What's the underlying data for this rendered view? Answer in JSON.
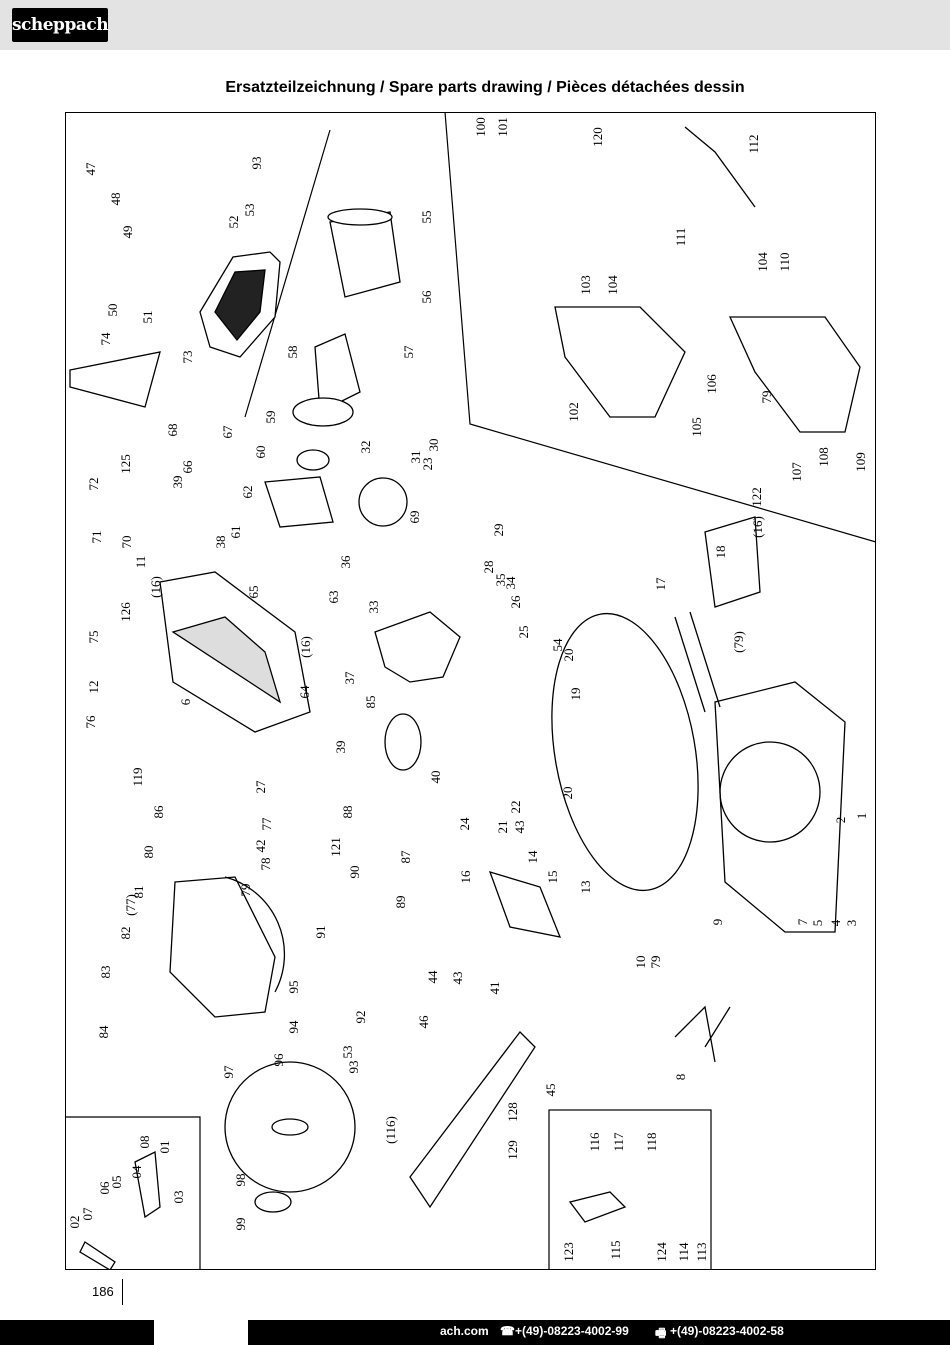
{
  "header": {
    "brand": "scheppach"
  },
  "page": {
    "title": "Ersatzteilzeichnung / Spare parts drawing / Pièces détachées dessin",
    "page_number": "186"
  },
  "footer": {
    "website": "ach.com",
    "phone_icon": "phone-icon",
    "phone": "+(49)-08223-4002-99",
    "fax_icon": "fax-icon",
    "fax": "+(49)-08223-4002-58"
  },
  "callouts": [
    {
      "t": "47"
    },
    {
      "t": "48"
    },
    {
      "t": "49"
    },
    {
      "t": "50"
    },
    {
      "t": "51"
    },
    {
      "t": "52"
    },
    {
      "t": "53"
    },
    {
      "t": "93"
    },
    {
      "t": "55"
    },
    {
      "t": "56"
    },
    {
      "t": "57"
    },
    {
      "t": "58"
    },
    {
      "t": "74"
    },
    {
      "t": "73"
    },
    {
      "t": "59"
    },
    {
      "t": "60"
    },
    {
      "t": "62"
    },
    {
      "t": "61"
    },
    {
      "t": "67"
    },
    {
      "t": "68"
    },
    {
      "t": "125"
    },
    {
      "t": "72"
    },
    {
      "t": "66"
    },
    {
      "t": "39"
    },
    {
      "t": "71"
    },
    {
      "t": "70"
    },
    {
      "t": "11"
    },
    {
      "t": "(16)"
    },
    {
      "t": "38"
    },
    {
      "t": "65"
    },
    {
      "t": "126"
    },
    {
      "t": "75"
    },
    {
      "t": "12"
    },
    {
      "t": "6"
    },
    {
      "t": "76"
    },
    {
      "t": "119"
    },
    {
      "t": "64"
    },
    {
      "t": "(16)"
    },
    {
      "t": "63"
    },
    {
      "t": "36"
    },
    {
      "t": "33"
    },
    {
      "t": "32"
    },
    {
      "t": "31"
    },
    {
      "t": "23"
    },
    {
      "t": "30"
    },
    {
      "t": "69"
    },
    {
      "t": "29"
    },
    {
      "t": "28"
    },
    {
      "t": "35"
    },
    {
      "t": "34"
    },
    {
      "t": "26"
    },
    {
      "t": "25"
    },
    {
      "t": "37"
    },
    {
      "t": "85"
    },
    {
      "t": "39"
    },
    {
      "t": "40"
    },
    {
      "t": "27"
    },
    {
      "t": "86"
    },
    {
      "t": "77"
    },
    {
      "t": "42"
    },
    {
      "t": "88"
    },
    {
      "t": "87"
    },
    {
      "t": "80"
    },
    {
      "t": "78"
    },
    {
      "t": "79"
    },
    {
      "t": "121"
    },
    {
      "t": "89"
    },
    {
      "t": "90"
    },
    {
      "t": "81"
    },
    {
      "t": "(77)"
    },
    {
      "t": "82"
    },
    {
      "t": "91"
    },
    {
      "t": "83"
    },
    {
      "t": "95"
    },
    {
      "t": "92"
    },
    {
      "t": "84"
    },
    {
      "t": "94"
    },
    {
      "t": "53"
    },
    {
      "t": "93"
    },
    {
      "t": "96"
    },
    {
      "t": "97"
    },
    {
      "t": "54"
    },
    {
      "t": "20"
    },
    {
      "t": "19"
    },
    {
      "t": "22"
    },
    {
      "t": "21"
    },
    {
      "t": "43"
    },
    {
      "t": "20"
    },
    {
      "t": "24"
    },
    {
      "t": "14"
    },
    {
      "t": "16"
    },
    {
      "t": "15"
    },
    {
      "t": "13"
    },
    {
      "t": "44"
    },
    {
      "t": "43"
    },
    {
      "t": "41"
    },
    {
      "t": "46"
    },
    {
      "t": "45"
    },
    {
      "t": "128"
    },
    {
      "t": "129"
    },
    {
      "t": "(116)"
    },
    {
      "t": "98"
    },
    {
      "t": "99"
    },
    {
      "t": "100"
    },
    {
      "t": "101"
    },
    {
      "t": "120"
    },
    {
      "t": "112"
    },
    {
      "t": "111"
    },
    {
      "t": "104"
    },
    {
      "t": "110"
    },
    {
      "t": "103"
    },
    {
      "t": "104"
    },
    {
      "t": "102"
    },
    {
      "t": "106"
    },
    {
      "t": "79"
    },
    {
      "t": "105"
    },
    {
      "t": "107"
    },
    {
      "t": "108"
    },
    {
      "t": "109"
    },
    {
      "t": "122"
    },
    {
      "t": "(16)"
    },
    {
      "t": "18"
    },
    {
      "t": "17"
    },
    {
      "t": "(79)"
    },
    {
      "t": "2"
    },
    {
      "t": "1"
    },
    {
      "t": "9"
    },
    {
      "t": "7"
    },
    {
      "t": "5"
    },
    {
      "t": "4"
    },
    {
      "t": "3"
    },
    {
      "t": "10"
    },
    {
      "t": "79"
    },
    {
      "t": "8"
    },
    {
      "t": "02"
    },
    {
      "t": "07"
    },
    {
      "t": "06"
    },
    {
      "t": "05"
    },
    {
      "t": "04"
    },
    {
      "t": "08"
    },
    {
      "t": "01"
    },
    {
      "t": "03"
    },
    {
      "t": "116"
    },
    {
      "t": "117"
    },
    {
      "t": "118"
    },
    {
      "t": "123"
    },
    {
      "t": "115"
    },
    {
      "t": "124"
    },
    {
      "t": "114"
    },
    {
      "t": "113"
    }
  ]
}
